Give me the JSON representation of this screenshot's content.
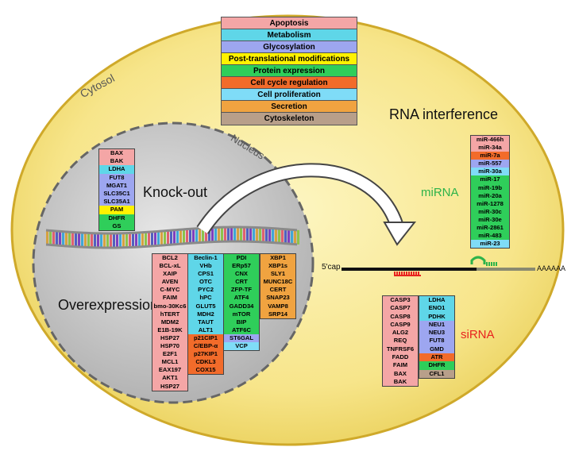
{
  "colors": {
    "apoptosis": "#f4a6a6",
    "metabolism": "#5fd6e8",
    "glycosylation": "#9da6f0",
    "ptm": "#fff200",
    "protein_expression": "#2fce5a",
    "cell_cycle": "#f26b2a",
    "cell_proliferation": "#7fdcf7",
    "secretion": "#f0a340",
    "cytoskeleton": "#b89f8a",
    "mirna_label": "#2db34a",
    "sirna_label": "#e8231f"
  },
  "legend": [
    {
      "label": "Apoptosis",
      "cat": "apoptosis"
    },
    {
      "label": "Metabolism",
      "cat": "metabolism"
    },
    {
      "label": "Glycosylation",
      "cat": "glycosylation"
    },
    {
      "label": "Post-translational modifications",
      "cat": "ptm"
    },
    {
      "label": "Protein expression",
      "cat": "protein_expression"
    },
    {
      "label": "Cell cycle regulation",
      "cat": "cell_cycle"
    },
    {
      "label": "Cell proliferation",
      "cat": "cell_proliferation"
    },
    {
      "label": "Secretion",
      "cat": "secretion"
    },
    {
      "label": "Cytoskeleton",
      "cat": "cytoskeleton"
    }
  ],
  "labels": {
    "cytosol": "Cytosol",
    "nucleus": "Nucleus",
    "knockout": "Knock-out",
    "overexpression": "Overexpression",
    "rna_interference": "RNA interference",
    "mirna": "miRNA",
    "sirna": "siRNA",
    "five_cap": "5'cap",
    "poly_a": "AAAAAA"
  },
  "knockout_genes": [
    {
      "label": "BAX",
      "cat": "apoptosis"
    },
    {
      "label": "BAK",
      "cat": "apoptosis"
    },
    {
      "label": "LDHA",
      "cat": "metabolism"
    },
    {
      "label": "FUT8",
      "cat": "glycosylation"
    },
    {
      "label": "MGAT1",
      "cat": "glycosylation"
    },
    {
      "label": "SLC35C1",
      "cat": "glycosylation"
    },
    {
      "label": "SLC35A1",
      "cat": "glycosylation"
    },
    {
      "label": "PAM",
      "cat": "ptm"
    },
    {
      "label": "DHFR",
      "cat": "protein_expression"
    },
    {
      "label": "GS",
      "cat": "protein_expression"
    }
  ],
  "overexpression_col1": [
    {
      "label": "BCL2",
      "cat": "apoptosis"
    },
    {
      "label": "BCL-xL",
      "cat": "apoptosis"
    },
    {
      "label": "XAIP",
      "cat": "apoptosis"
    },
    {
      "label": "AVEN",
      "cat": "apoptosis"
    },
    {
      "label": "C-MYC",
      "cat": "apoptosis"
    },
    {
      "label": "FAIM",
      "cat": "apoptosis"
    },
    {
      "label": "bmo-30Kc6",
      "cat": "apoptosis"
    },
    {
      "label": "hTERT",
      "cat": "apoptosis"
    },
    {
      "label": "MDM2",
      "cat": "apoptosis"
    },
    {
      "label": "E1B-19K",
      "cat": "apoptosis"
    },
    {
      "label": "HSP27",
      "cat": "apoptosis"
    },
    {
      "label": "HSP70",
      "cat": "apoptosis"
    },
    {
      "label": "E2F1",
      "cat": "apoptosis"
    },
    {
      "label": "MCL1",
      "cat": "apoptosis"
    },
    {
      "label": "EAX197",
      "cat": "apoptosis"
    },
    {
      "label": "AKT1",
      "cat": "apoptosis"
    },
    {
      "label": "HSP27",
      "cat": "apoptosis"
    }
  ],
  "overexpression_col2": [
    {
      "label": "Beclin-1",
      "cat": "metabolism"
    },
    {
      "label": "VHb",
      "cat": "metabolism"
    },
    {
      "label": "CPS1",
      "cat": "metabolism"
    },
    {
      "label": "OTC",
      "cat": "metabolism"
    },
    {
      "label": "PYC2",
      "cat": "metabolism"
    },
    {
      "label": "hPC",
      "cat": "metabolism"
    },
    {
      "label": "GLUT5",
      "cat": "metabolism"
    },
    {
      "label": "MDH2",
      "cat": "metabolism"
    },
    {
      "label": "TAUT",
      "cat": "metabolism"
    },
    {
      "label": "ALT1",
      "cat": "metabolism"
    },
    {
      "label": "p21CIP1",
      "cat": "cell_cycle"
    },
    {
      "label": "C/EBP-α",
      "cat": "cell_cycle"
    },
    {
      "label": "p27KIP1",
      "cat": "cell_cycle"
    },
    {
      "label": "CDKL3",
      "cat": "cell_cycle"
    },
    {
      "label": "COX15",
      "cat": "cell_cycle"
    }
  ],
  "overexpression_col3": [
    {
      "label": "PDI",
      "cat": "protein_expression"
    },
    {
      "label": "ERp57",
      "cat": "protein_expression"
    },
    {
      "label": "CNX",
      "cat": "protein_expression"
    },
    {
      "label": "CRT",
      "cat": "protein_expression"
    },
    {
      "label": "ZFP-TF",
      "cat": "protein_expression"
    },
    {
      "label": "ATF4",
      "cat": "protein_expression"
    },
    {
      "label": "GADD34",
      "cat": "protein_expression"
    },
    {
      "label": "mTOR",
      "cat": "protein_expression"
    },
    {
      "label": "BIP",
      "cat": "protein_expression"
    },
    {
      "label": "ATF6C",
      "cat": "protein_expression"
    },
    {
      "label": "ST6GAL",
      "cat": "glycosylation"
    },
    {
      "label": "VCP",
      "cat": "cell_proliferation"
    }
  ],
  "overexpression_col4": [
    {
      "label": "XBP1",
      "cat": "secretion"
    },
    {
      "label": "XBP1s",
      "cat": "secretion"
    },
    {
      "label": "SLY1",
      "cat": "secretion"
    },
    {
      "label": "MUNC18C",
      "cat": "secretion"
    },
    {
      "label": "CERT",
      "cat": "secretion"
    },
    {
      "label": "SNAP23",
      "cat": "secretion"
    },
    {
      "label": "VAMP8",
      "cat": "secretion"
    },
    {
      "label": "SRP14",
      "cat": "secretion"
    }
  ],
  "mirna_genes": [
    {
      "label": "miR-466h",
      "cat": "apoptosis"
    },
    {
      "label": "miR-34a",
      "cat": "apoptosis"
    },
    {
      "label": "miR-7a",
      "cat": "cell_cycle"
    },
    {
      "label": "miR-557",
      "cat": "glycosylation"
    },
    {
      "label": "miR-30a",
      "cat": "cell_proliferation"
    },
    {
      "label": "miR-17",
      "cat": "protein_expression"
    },
    {
      "label": "miR-19b",
      "cat": "protein_expression"
    },
    {
      "label": "miR-20a",
      "cat": "protein_expression"
    },
    {
      "label": "miR-1278",
      "cat": "protein_expression"
    },
    {
      "label": "miR-30c",
      "cat": "protein_expression"
    },
    {
      "label": "miR-30e",
      "cat": "protein_expression"
    },
    {
      "label": "miR-2861",
      "cat": "protein_expression"
    },
    {
      "label": "miR-483",
      "cat": "protein_expression"
    },
    {
      "label": "miR-23",
      "cat": "cell_proliferation"
    }
  ],
  "sirna_col1": [
    {
      "label": "CASP3",
      "cat": "apoptosis"
    },
    {
      "label": "CASP7",
      "cat": "apoptosis"
    },
    {
      "label": "CASP8",
      "cat": "apoptosis"
    },
    {
      "label": "CASP9",
      "cat": "apoptosis"
    },
    {
      "label": "ALG2",
      "cat": "apoptosis"
    },
    {
      "label": "REQ",
      "cat": "apoptosis"
    },
    {
      "label": "TNFRSF6",
      "cat": "apoptosis"
    },
    {
      "label": "FADD",
      "cat": "apoptosis"
    },
    {
      "label": "FAIM",
      "cat": "apoptosis"
    },
    {
      "label": "BAX",
      "cat": "apoptosis"
    },
    {
      "label": "BAK",
      "cat": "apoptosis"
    }
  ],
  "sirna_col2": [
    {
      "label": "LDHA",
      "cat": "metabolism"
    },
    {
      "label": "ENO1",
      "cat": "metabolism"
    },
    {
      "label": "PDHK",
      "cat": "metabolism"
    },
    {
      "label": "NEU1",
      "cat": "glycosylation"
    },
    {
      "label": "NEU3",
      "cat": "glycosylation"
    },
    {
      "label": "FUT8",
      "cat": "glycosylation"
    },
    {
      "label": "GMD",
      "cat": "glycosylation"
    },
    {
      "label": "ATR",
      "cat": "cell_cycle"
    },
    {
      "label": "DHFR",
      "cat": "protein_expression"
    },
    {
      "label": "CFL1",
      "cat": "cytoskeleton"
    }
  ]
}
